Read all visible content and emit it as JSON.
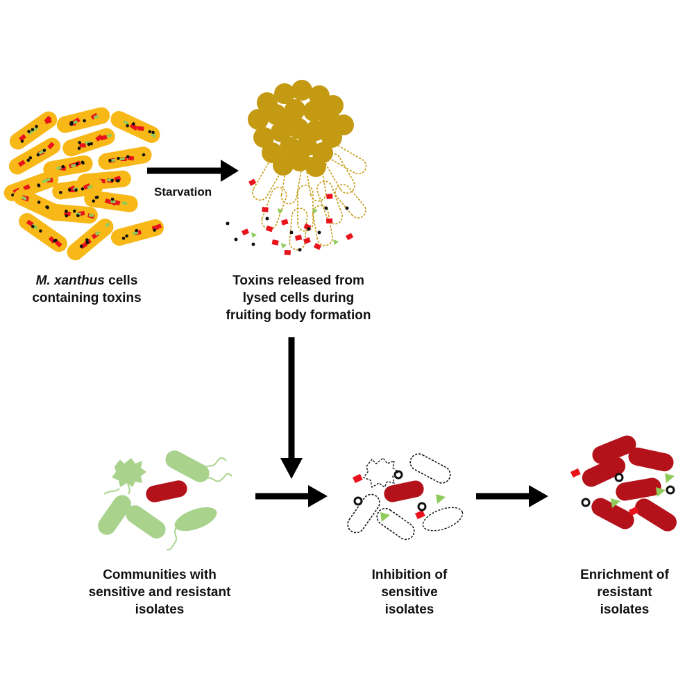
{
  "labels": {
    "starvation": "Starvation",
    "stage1": {
      "italic": "M. xanthus",
      "line1_rest": " cells",
      "line2": "containing toxins"
    },
    "stage2": {
      "line1": "Toxins released from",
      "line2": "lysed cells during",
      "line3": "fruiting body formation"
    },
    "stage3": {
      "line1": "Communities with",
      "line2": "sensitive and resistant",
      "line3": "isolates"
    },
    "stage4": {
      "line1": "Inhibition of",
      "line2": "sensitive",
      "line3": "isolates"
    },
    "stage5": {
      "line1": "Enrichment of",
      "line2": "resistant",
      "line3": "isolates"
    }
  },
  "colors": {
    "myxo_cell": "#F7B818",
    "fruiting_body": "#C49A12",
    "toxin_red": "#E8131B",
    "toxin_green": "#8FCB5A",
    "sensitive_cell": "#A9D38D",
    "resistant_cell": "#B3121A",
    "arrow": "#000000"
  },
  "icons": [
    "rod-cell-icon",
    "fruiting-body-icon",
    "toxin-particle-icon",
    "flagellum-icon",
    "lysed-cell-outline-icon"
  ]
}
